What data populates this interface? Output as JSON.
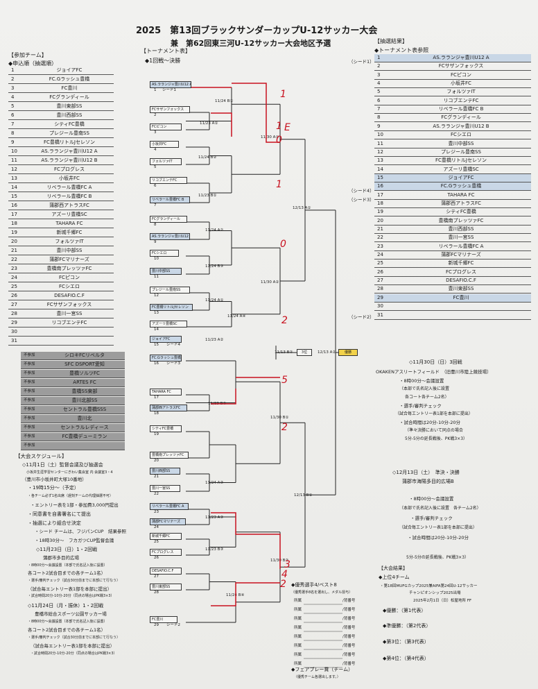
{
  "title": {
    "main": "2025　第13回ブラックサンダーカップU-12サッカー大会",
    "sub": "兼　第62回東三河U-12サッカー大会地区予選"
  },
  "participants": {
    "header": "【参加チーム】",
    "subheader": "◆申込順（抽選順）",
    "teams": [
      "ジョイアFC",
      "FC.Gラッシュ豊橋",
      "FC豊川",
      "FCグランディール",
      "豊川東部SS",
      "豊川西部SS",
      "シティFC豊橋",
      "プレジール豊南SS",
      "FC豊橋リトルJセレソン",
      "AS.ラランジャ豊川U12 A",
      "AS.ラランジャ豊川U12 B",
      "FCプログレス",
      "小坂井FC",
      "リベラール豊橋FC A",
      "リベラール豊橋FC B",
      "蒲郡西アトラスFC",
      "アズーリ豊橋SC",
      "TAHARA FC",
      "新城千郷FC",
      "フォルツァIT",
      "豊川中部SS",
      "蒲郡FCマリナーズ",
      "豊橋南プレッツァFC",
      "FCピコン",
      "FCシエロ",
      "DESAFIO.C.F",
      "FCサザンフォックス",
      "豊川一宮SS",
      "リコブエンテFC",
      "",
      ""
    ],
    "absent_label": "不参加",
    "absent": [
      "シロキFCリベルタ",
      "SFC DSPORT愛知",
      "豊橋ソルツFC",
      "ARTES FC",
      "豊橋SS東部",
      "豊川北部SS",
      "セントラル豊橋SSS",
      "豊川北",
      "セントラルレディース",
      "FC豊橋デューミラン",
      ""
    ]
  },
  "schedule": {
    "header": "【大会スケジュール】",
    "d1": "◇11月1日（土）監督会議及び抽選会",
    "d1_place": "小坂井生涯学習センターにぎわい集会室 内 会議室3・4",
    "d1_addr": "（豊川市小坂井町大塚10番地）",
    "d1_time": "・19時15分～（予定）",
    "d1_n1": "・各チーム必ず1名出席（遅刻チームの代理抽選不可）",
    "d1_n2": "・エントリー表を1部・参加費3,000円提出",
    "d1_n3": "・同意書を自書署名にて提出",
    "d1_n4": "・抽選により組合せ決定",
    "d1_n5": "・シード チームは、フジパンCUP　結果参照",
    "d1_n6": "・18時30分～　フカガツCUP監督会議",
    "d2": "◇11月23日（日）1・2回戦",
    "d2_place": "蒲郡市多目的広場",
    "d2_t1": "・8時00分～会議設置（本部で氏名記入後に設置）",
    "d2_t2": "各コート2試合目までの各チーム1名）",
    "d2_t3": "・選手/審判チェック（試合30分前までに本部にて行なう）",
    "d2_t4": "（試合毎エントリー表1部を本部に提出）",
    "d2_t5": "・試合時間20分-10分-20分（同点の場合はPK戦3×3）",
    "d3": "◇11月24日（月・振休）1・2回戦",
    "d3_place": "豊橋市総合スポーツ公園サッカー場",
    "d3_t1": "・8時00分～会議設置（本部で氏名記入後に設置）",
    "d3_t2": "各コート2試合目までの各チーム1名）",
    "d3_t3": "・選手/審判チェック（試合30分前までに本部にて行なう）",
    "d3_t4": "（試合毎エントリー表1部を本部に提出）",
    "d3_t5": "・試合時間20分-10分-20分（同点の場合はPK戦3×3）"
  },
  "bracket": {
    "header": "【トーナメント表】",
    "subheader": "◆1回戦～決勝",
    "teams": [
      "AS.ラランジャ豊川U12 A",
      "FCサザンフォックス",
      "FCピコン",
      "小坂井FC",
      "フォルツァIT",
      "リコブエンテFC",
      "リベラール豊橋FC B",
      "FCグランディール",
      "AS.ラランジャ豊川U12 B",
      "FCシエロ",
      "豊川中部SS",
      "プレジール豊南SS",
      "FC豊橋リトルJセレソン",
      "アズーリ豊橋SC",
      "ジョイアFC",
      "FC.Gラッシュ豊橋",
      "TAHARA FC",
      "蒲郡西アトラスFC",
      "シティFC豊橋",
      "豊橋南プレッツァFC",
      "豊川西部SS",
      "豊川一宮SS",
      "リベラール豊橋FC A",
      "蒲郡FCマリナーズ",
      "新城千郷FC",
      "FCプログレス",
      "DESAFIO.C.F",
      "豊川東部SS",
      "FC豊川"
    ],
    "seeds": [
      "シード1",
      "シード4",
      "シード3",
      "シード2"
    ],
    "seed_nums": [
      "1",
      "15",
      "16",
      "29"
    ],
    "match_labels": [
      "11/24 B①",
      "11/23 A①",
      "11/24 B②",
      "11/23 B①",
      "11/24 A②",
      "11/24 B③",
      "11/24 A①",
      "11/23 A②",
      "11/23 B②",
      "11/24 A③",
      "11/23 A③",
      "11/23 B③",
      "11/24 A④",
      "11/24 B④",
      "11/30 A①",
      "11/30 A②",
      "11/30 B①",
      "11/30 B②",
      "12/13 A①",
      "12/13 B①",
      "11/13 B②",
      "12/13 A②"
    ],
    "third": "3位",
    "winner": "優勝"
  },
  "lottery": {
    "header": "【抽選結果】",
    "subheader": "◆トーナメント表参照",
    "rows": [
      "AS.ラランジャ豊川U12 A",
      "FCサザンフォックス",
      "FCピコン",
      "小坂井FC",
      "フォルツァIT",
      "リコブエンテFC",
      "リベラール豊橋FC B",
      "FCグランディール",
      "AS.ラランジャ豊川U12 B",
      "FCシエロ",
      "豊川中部SS",
      "プレジール豊南SS",
      "FC豊橋リトルJセレソン",
      "アズーリ豊橋SC",
      "ジョイアFC",
      "FC.Gラッシュ豊橋",
      "TAHARA FC",
      "蒲郡西アトラスFC",
      "シティFC豊橋",
      "豊橋南プレッツァFC",
      "豊川西部SS",
      "豊川一宮SS",
      "リベラール豊橋FC A",
      "蒲郡FCマリナーズ",
      "新城千郷FC",
      "FCプログレス",
      "DESAFIO.C.F",
      "豊川東部SS",
      "FC豊川",
      "",
      ""
    ],
    "seed_tags": {
      "s1": "（シード1）",
      "s4": "（シード4）",
      "s3": "（シード3）",
      "s2": "（シード2）"
    }
  },
  "info": {
    "nov30": "◇11月30日（日）3回戦",
    "nov30_place": "OKAKENアスリートフィールド　（旧豊川市陸上競技場）",
    "nov30_t1": "・8時00分～会議設置",
    "nov30_t2": "（本部で氏名記入後に設置",
    "nov30_t3": "各コート各チーム2名）",
    "nov30_t4": "・選手/審判チェック",
    "nov30_t5": "（試合毎エントリー表1部を本部に提出）",
    "nov30_t6": "・試合時間は20分-10分-20分",
    "nov30_t7": "（準々決勝において同点の場合",
    "nov30_t8": "5分-5分の延長戦後、PK戦3×3）",
    "dec13": "◇12月13日（土）　準決・決勝",
    "dec13_place": "蒲郡市海陽多目的広場B",
    "dec13_t1": "・8時00分～会議設置",
    "dec13_t2": "（本部で氏名記入後に設置　各チーム2名）",
    "dec13_t3": "・選手/審判チェック",
    "dec13_t4": "（試合毎エントリー表1部を本部に提出）",
    "dec13_t5": "・試合時間は20分-10分-20分",
    "dec13_t6": "5分-5分の延長戦後、PK戦3×3）",
    "results_header": "【大会結果】",
    "top4": "◆上位4チーム",
    "top4_note": "・第18回MUFGカップ2025兼AIFA第24回U-12サッカー",
    "top4_note2": "チャンピオンシップ2025出場",
    "top4_date": "2025年2月1日（日）松屋地所 FF",
    "r1": "◆優勝：（第1代表）",
    "r2": "◆準優勝：（第2代表）",
    "r3": "◆第3位：（第3代表）",
    "r4": "◆第4位：（第4代表）"
  },
  "awards": {
    "mvp": "◆優秀選手4/ベスト8",
    "mvp_note": "（優秀選手8名を選出し、メダル授与）",
    "rows_label": "所属",
    "rows_num": "/背番号",
    "fairplay": "◆フェアプレー賞（チーム）",
    "fairplay_note": "（優秀チーム各選出します。）"
  },
  "handwritten": {
    "scores": [
      "1",
      "1",
      "E",
      "0",
      "1",
      "0",
      "2",
      "5",
      "2",
      "3",
      "4",
      "2"
    ],
    "ink_color": "#c8101e"
  }
}
